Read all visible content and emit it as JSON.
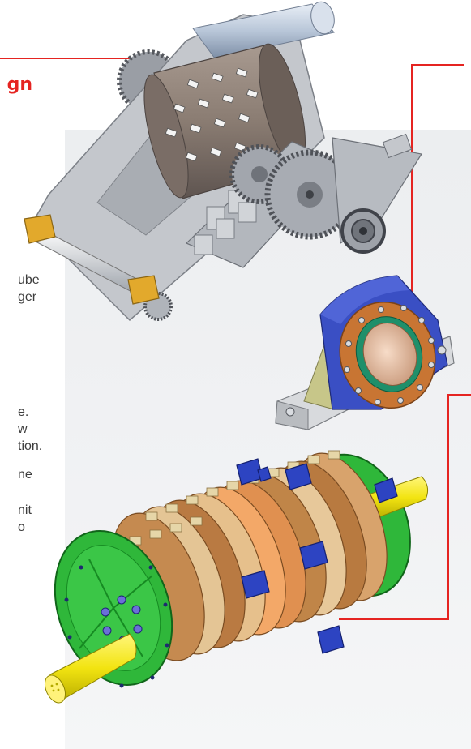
{
  "heading": {
    "fragment": "gn",
    "color": "#e52421"
  },
  "paragraph_fragments": [
    "ube",
    "ger",
    "e.",
    "w",
    "tion.",
    "ne",
    "nit",
    "o"
  ],
  "colors": {
    "callout_line": "#e52421",
    "panel": "#eef0f2",
    "housing_blue": "#3a4fc4",
    "copper": "#c87533",
    "rotor_green": "#2fb73a",
    "shaft_yellow": "#f2e411",
    "frame_gray": "#b9bcc2",
    "drum_brown": "#8a7c72"
  },
  "illustrations": [
    "shredder-assembly",
    "bearing-housing",
    "cutter-rotor"
  ]
}
